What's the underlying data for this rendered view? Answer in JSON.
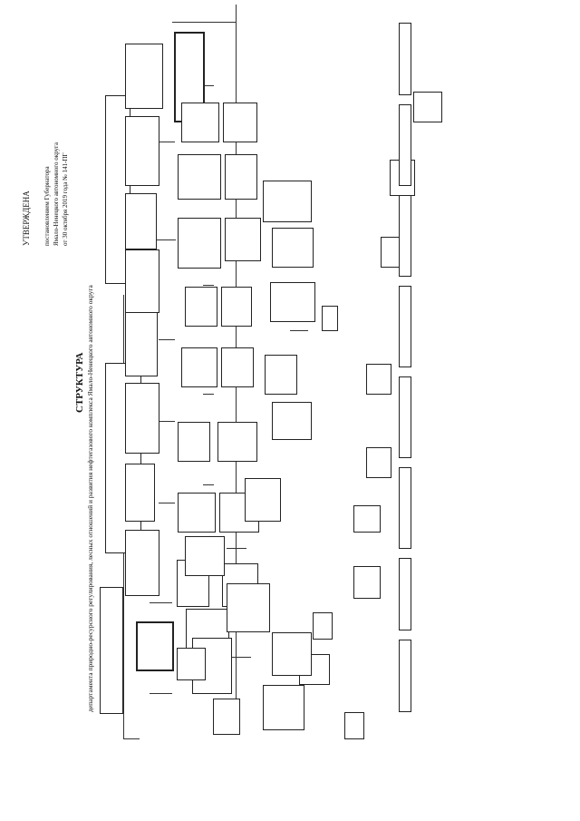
{
  "header": {
    "approved": "УТВЕРЖДЕНА",
    "decree_line_1": "постановлением Губернатора",
    "decree_line_2": "Ямало-Ненецкого автономного округа",
    "decree_line_3": "от 30 октября 2019 года № 141-ПГ",
    "title": "СТРУКТУРА",
    "subtitle": "департамента природно-ресурсного регулирования, лесных отношений и развития нефтегазового комплекса Ямало-Ненецкого автономного округа"
  },
  "boxes": {
    "b01": "",
    "b02": "",
    "b03": "",
    "b04": "",
    "b05": "",
    "b06": "",
    "b07": "",
    "b08": "",
    "b09": "",
    "b10": "",
    "b11": "",
    "b12": "",
    "b13": "",
    "b14": "",
    "b15": "",
    "b16": "",
    "b17": "",
    "b18": "",
    "b19": "",
    "b20": "",
    "b21": "",
    "b22": "",
    "b23": "",
    "b24": "",
    "b25": "",
    "b26": "",
    "b27": "",
    "b28": "",
    "b29": "",
    "b30": "",
    "b31": "",
    "b32": "",
    "b33": "",
    "b34": "",
    "b35": "",
    "b36": "",
    "b37": "",
    "b38": "",
    "b39": "",
    "b40": "",
    "b41": "",
    "b42": "",
    "b43": "",
    "b44": "",
    "b45": "",
    "b46": "",
    "b47": "",
    "b48": "",
    "b49": "",
    "b50": "",
    "b51": "",
    "b52": "",
    "b53": "",
    "b54": "",
    "b55": "",
    "b56": "",
    "b57": "",
    "b58": "",
    "b59": "",
    "b60": "",
    "b61": "",
    "b62": ""
  }
}
